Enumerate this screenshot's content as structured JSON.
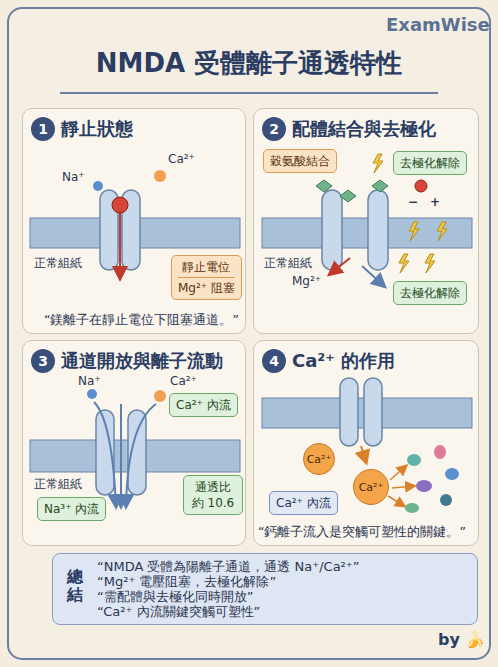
{
  "diagram": {
    "title": "NMDA 受體離子通透特性",
    "nodes": [
      {
        "text": [
          "靜止狀態"
        ]
      },
      {
        "text": [
          "1"
        ],
        "in": 0
      },
      {
        "text": [
          "靜止電位",
          "Mg²⁺ 阻塞"
        ],
        "in": 0
      },
      {
        "text": [
          "配體結合與去極化"
        ]
      },
      {
        "text": [
          "2"
        ],
        "in": 3
      },
      {
        "text": [
          "穀氨酸結合"
        ],
        "in": 3
      },
      {
        "text": [
          "去極化解除"
        ],
        "in": 3
      },
      {
        "text": [
          "去極化解除"
        ],
        "in": 3
      },
      {
        "text": [
          "通道開放與離子流動"
        ]
      },
      {
        "text": [
          "3"
        ],
        "in": 8
      },
      {
        "text": [
          "Ca²⁺ 內流"
        ],
        "in": 8
      },
      {
        "text": [
          "Na³⁺ 內流"
        ],
        "in": 8
      },
      {
        "text": [
          "通透比 約 10.6"
        ],
        "in": 8
      },
      {
        "text": [
          "Ca²⁺ 的作用"
        ]
      },
      {
        "text": [
          "4"
        ],
        "in": 13
      },
      {
        "text": [
          "Ca²⁺"
        ],
        "in": 13
      },
      {
        "text": [
          "Ca²⁺"
        ],
        "in": 13
      },
      {
        "text": [
          "Ca²⁺ 內流"
        ],
        "in": 13
      },
      {
        "text": [
          "總結",
          "“NMDA 受體為陽離子通道，通透 Na⁺/Ca²⁺”",
          "“Mg²⁺ 電壓阻塞，去極化解除”",
          "“需配體與去極化同時開放”",
          "“Ca²⁺ 內流關鍵突觸可塑性”"
        ]
      }
    ],
    "edges": [
      {
        "from": 15,
        "to": 16,
        "arrow": "to"
      }
    ],
    "labels": [
      "ExamWise",
      "Ca²⁺",
      "Na⁺",
      "正常組紙",
      "“鎂離子在靜止電位下阻塞通道。”",
      "正常組紙",
      "Mg²⁺",
      "−",
      "+",
      "Na⁺",
      "Ca²⁺",
      "正常組紙",
      "“鈣離子流入是突觸可塑性的關鍵。”",
      "by 🍌"
    ]
  }
}
